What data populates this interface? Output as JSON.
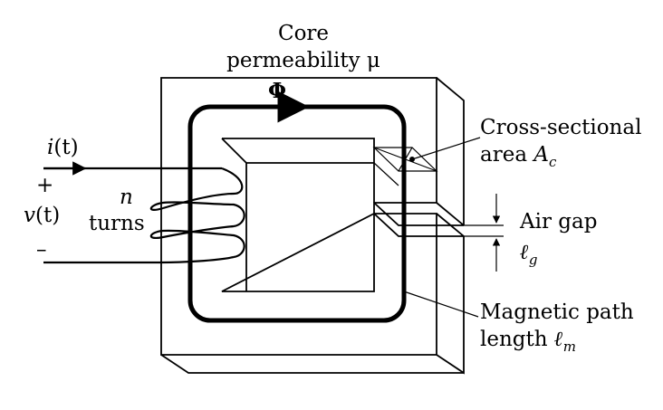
{
  "core_label": {
    "line1": "Core",
    "line2": "permeability μ"
  },
  "flux_symbol": "Φ",
  "current": {
    "base": "i",
    "arg": "(t)"
  },
  "voltage": {
    "base": "v",
    "arg": "(t)",
    "plus": "+",
    "minus": "–"
  },
  "winding": {
    "n": "n",
    "turns": "turns"
  },
  "cross_section": {
    "line1": "Cross-sectional",
    "line2": "area ",
    "sym": "A",
    "sub": "c"
  },
  "air_gap": {
    "line1": "Air gap",
    "sym": "ℓ",
    "sub": "g"
  },
  "path_length": {
    "line1": "Magnetic path",
    "line2": "length ",
    "sym": "ℓ",
    "sub": "m"
  }
}
